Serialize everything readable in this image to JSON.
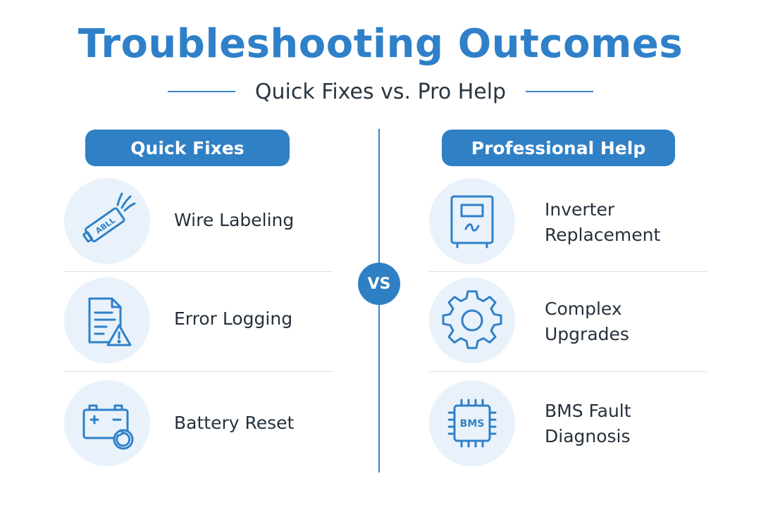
{
  "header": {
    "title": "Troubleshooting Outcomes",
    "subtitle": "Quick Fixes vs. Pro Help"
  },
  "columns": {
    "left": {
      "heading": "Quick Fixes",
      "items": [
        {
          "icon": "wire-label-icon",
          "label": "Wire Labeling",
          "icon_text": "ABLL"
        },
        {
          "icon": "error-log-icon",
          "label": "Error Logging"
        },
        {
          "icon": "battery-reset-icon",
          "label": "Battery Reset"
        }
      ]
    },
    "right": {
      "heading": "Professional Help",
      "items": [
        {
          "icon": "inverter-icon",
          "label_line1": "Inverter",
          "label_line2": "Replacement"
        },
        {
          "icon": "gear-icon",
          "label_line1": "Complex",
          "label_line2": "Upgrades"
        },
        {
          "icon": "bms-chip-icon",
          "label_line1": "BMS Fault",
          "label_line2": "Diagnosis",
          "icon_text": "BMS"
        }
      ]
    }
  },
  "badge": {
    "vs": "VS"
  },
  "colors": {
    "accent": "#2f80c8",
    "icon_bg": "#e9f2fb",
    "separator": "#d5e5f3"
  }
}
